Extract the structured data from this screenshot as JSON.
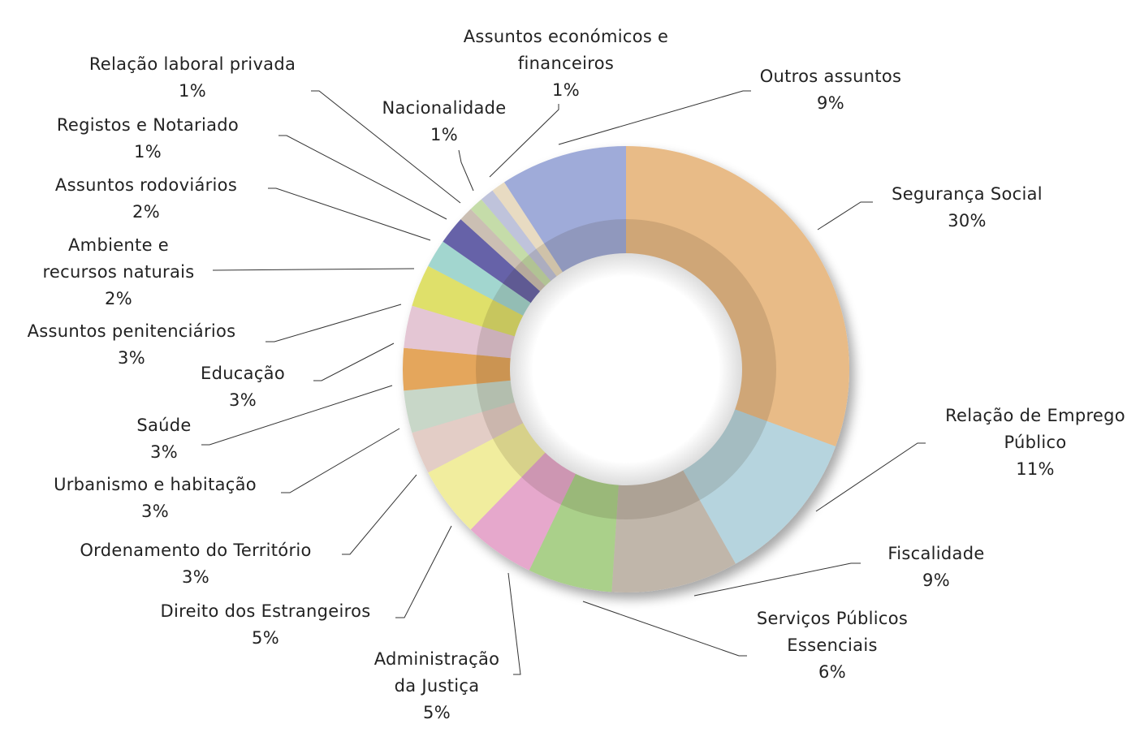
{
  "chart_data": {
    "type": "pie",
    "subtype": "donut",
    "title": "",
    "unit": "%",
    "slices": [
      {
        "label": [
          "Segurança Social"
        ],
        "value": 30,
        "pct_label": "30%",
        "color": "#e8bb87"
      },
      {
        "label": [
          "Relação de Emprego",
          "Público"
        ],
        "value": 11,
        "pct_label": "11%",
        "color": "#b6d4de"
      },
      {
        "label": [
          "Fiscalidade"
        ],
        "value": 9,
        "pct_label": "9%",
        "color": "#c0b6aa"
      },
      {
        "label": [
          "Serviços Públicos",
          "Essenciais"
        ],
        "value": 6,
        "pct_label": "6%",
        "color": "#aad08a"
      },
      {
        "label": [
          "Administração",
          "da Justiça"
        ],
        "value": 5,
        "pct_label": "5%",
        "color": "#e6a8cc"
      },
      {
        "label": [
          "Direito dos Estrangeiros"
        ],
        "value": 5,
        "pct_label": "5%",
        "color": "#f1ed9e"
      },
      {
        "label": [
          "Ordenamento do Território"
        ],
        "value": 3,
        "pct_label": "3%",
        "color": "#e3cdc6"
      },
      {
        "label": [
          "Urbanismo e habitação"
        ],
        "value": 3,
        "pct_label": "3%",
        "color": "#c8d7c8"
      },
      {
        "label": [
          "Saúde"
        ],
        "value": 3,
        "pct_label": "3%",
        "color": "#e4a65c"
      },
      {
        "label": [
          "Educação"
        ],
        "value": 3,
        "pct_label": "3%",
        "color": "#e4c6d4"
      },
      {
        "label": [
          "Assuntos penitenciários"
        ],
        "value": 3,
        "pct_label": "3%",
        "color": "#dfe06a"
      },
      {
        "label": [
          "Ambiente e",
          "recursos naturais"
        ],
        "value": 2,
        "pct_label": "2%",
        "color": "#a2d6cf"
      },
      {
        "label": [
          "Assuntos rodoviários"
        ],
        "value": 2,
        "pct_label": "2%",
        "color": "#6662a8"
      },
      {
        "label": [
          "Registos e Notariado"
        ],
        "value": 1,
        "pct_label": "1%",
        "color": "#cbbfb3"
      },
      {
        "label": [
          "Relação laboral privada"
        ],
        "value": 1,
        "pct_label": "1%",
        "color": "#c5dca9"
      },
      {
        "label": [
          "Nacionalidade"
        ],
        "value": 1,
        "pct_label": "1%",
        "color": "#bfc3db"
      },
      {
        "label": [
          "Assuntos económicos e",
          "financeiros"
        ],
        "value": 1,
        "pct_label": "1%",
        "color": "#e8dbc2"
      },
      {
        "label": [
          "Outros assuntos"
        ],
        "value": 9,
        "pct_label": "9%",
        "color": "#9fabd9"
      }
    ],
    "legend": "none",
    "labels": "outside-with-leader-lines"
  }
}
